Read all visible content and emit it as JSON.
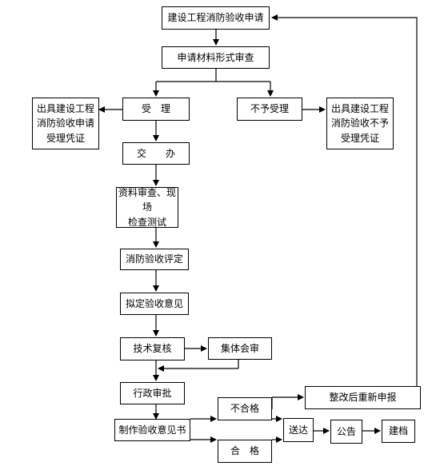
{
  "nodes": {
    "application": "建设工程消防验收申请",
    "form_review": "申请材料形式审查",
    "accept": "受　理",
    "reject": "不予受理",
    "accept_voucher": [
      "出具建设工程",
      "消防验收申请",
      "受理凭证"
    ],
    "reject_voucher": [
      "出具建设工程",
      "消防验收不予",
      "受理凭证"
    ],
    "handover": "交　　办",
    "inspection": [
      "资料审查、现场",
      "检查测试"
    ],
    "evaluation": "消防验收评定",
    "draft_opinion": "拟定验收意见",
    "tech_review": "技术复核",
    "group_review": "集体会审",
    "admin_approval": "行政审批",
    "issue_opinion": "制作验收意见书",
    "unqualified": "不合格",
    "qualified": "合　格",
    "deliver": "送达",
    "announce": "公告",
    "archive": "建档",
    "rectify": "整改后重新申报"
  }
}
